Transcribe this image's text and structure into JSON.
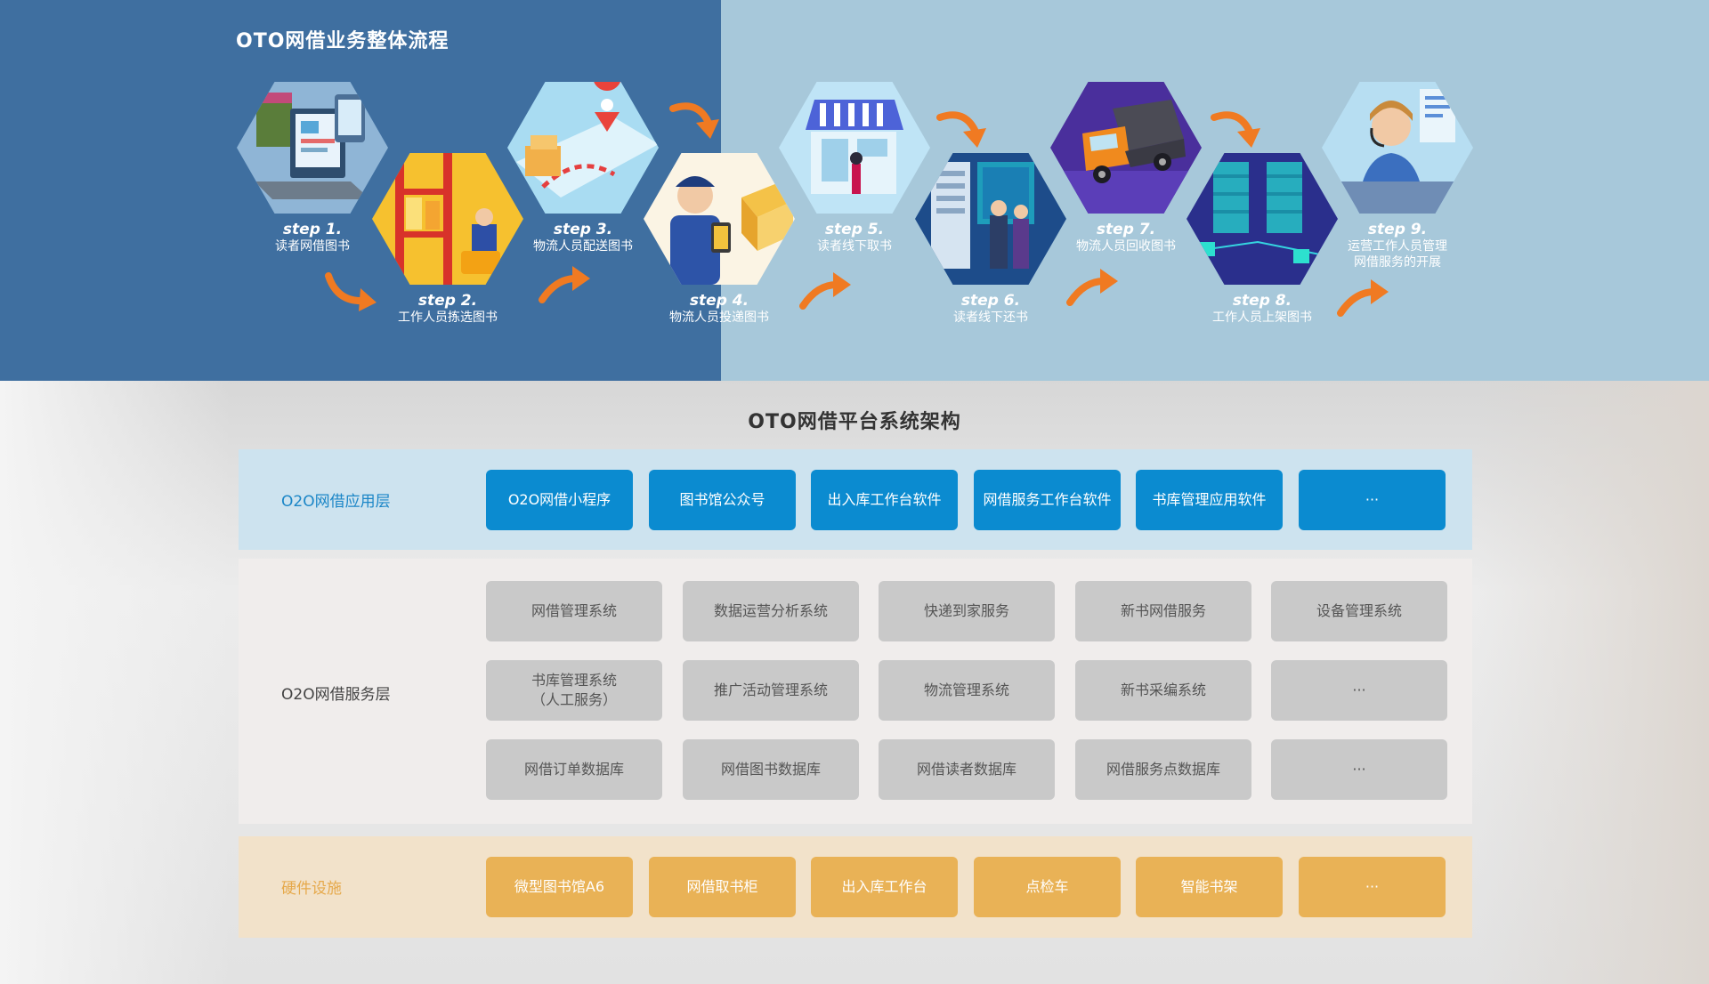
{
  "flow": {
    "title": "OTO网借业务整体流程",
    "steps": [
      {
        "num": "step 1.",
        "desc": "读者网借图书",
        "icon": "online-reading-icon"
      },
      {
        "num": "step 2.",
        "desc": "工作人员拣选图书",
        "icon": "warehouse-picking-icon"
      },
      {
        "num": "step 3.",
        "desc": "物流人员配送图书",
        "icon": "delivery-map-icon"
      },
      {
        "num": "step 4.",
        "desc": "物流人员投递图书",
        "icon": "courier-delivery-icon"
      },
      {
        "num": "step 5.",
        "desc": "读者线下取书",
        "icon": "pickup-kiosk-icon"
      },
      {
        "num": "step 6.",
        "desc": "读者线下还书",
        "icon": "return-book-icon"
      },
      {
        "num": "step 7.",
        "desc": "物流人员回收图书",
        "icon": "truck-icon"
      },
      {
        "num": "step 8.",
        "desc": "工作人员上架图书",
        "icon": "shelving-icon"
      },
      {
        "num": "step 9.",
        "desc": "运营工作人员管理\n网借服务的开展",
        "icon": "operator-headset-icon"
      }
    ]
  },
  "arch": {
    "title": "OTO网借平台系统架构",
    "app_layer": {
      "label": "O2O网借应用层",
      "items": [
        "O2O网借小程序",
        "图书馆公众号",
        "出入库工作台软件",
        "网借服务工作台软件",
        "书库管理应用软件",
        "···"
      ]
    },
    "service_layer": {
      "label": "O2O网借服务层",
      "rows": [
        [
          "网借管理系统",
          "数据运营分析系统",
          "快递到家服务",
          "新书网借服务",
          "设备管理系统"
        ],
        [
          "书库管理系统\n（人工服务）",
          "推广活动管理系统",
          "物流管理系统",
          "新书采编系统",
          "···"
        ],
        [
          "网借订单数据库",
          "网借图书数据库",
          "网借读者数据库",
          "网借服务点数据库",
          "···"
        ]
      ]
    },
    "hardware_layer": {
      "label": "硬件设施",
      "items": [
        "微型图书馆A6",
        "网借取书柜",
        "出入库工作台",
        "点检车",
        "智能书架",
        "···"
      ]
    }
  },
  "colors": {
    "flow_left_bg": "#3f6fa0",
    "flow_right_bg": "#a7c8da",
    "arrow": "#f07a22",
    "app_button": "#0b8bd0",
    "service_button": "#c9c9c9",
    "hardware_button": "#e9b256"
  }
}
